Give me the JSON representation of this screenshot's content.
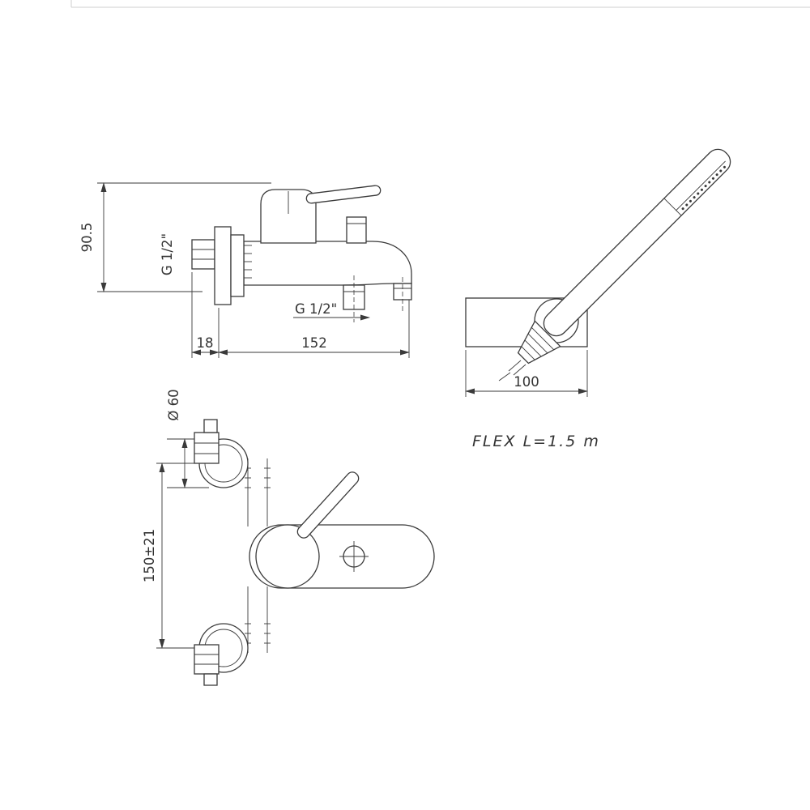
{
  "drawing": {
    "background": "#ffffff",
    "line_color": "#3a3a3a",
    "side_view": {
      "height_dim": "90.5",
      "inlet_thread": "G 1/2\"",
      "outlet_thread": "G 1/2\"",
      "wall_depth_dim": "18",
      "spout_reach_dim": "152"
    },
    "shower_view": {
      "bracket_width_dim": "100",
      "flex_note": "FLEX L=1.5 m"
    },
    "front_view": {
      "escutcheon_dia_dim": "Ø 60",
      "centers_dim": "150±21"
    }
  }
}
